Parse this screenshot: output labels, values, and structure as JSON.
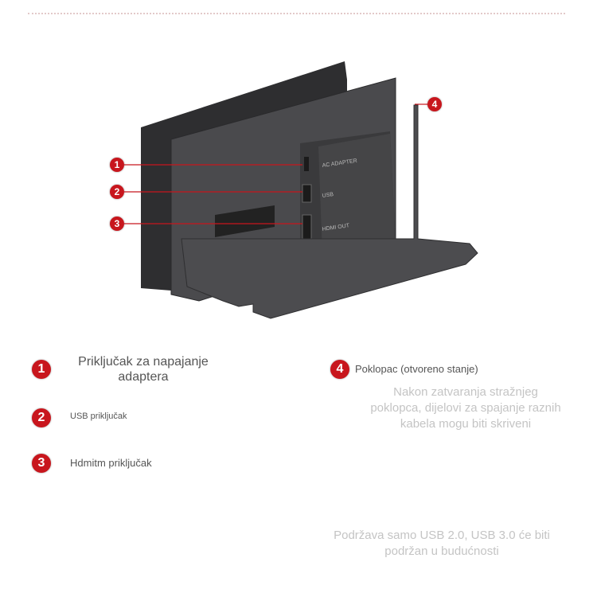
{
  "colors": {
    "accent": "#c8161d",
    "dock": "#3e3e40"
  },
  "device_labels": {
    "ac": "AC ADAPTER",
    "usb": "USB",
    "hdmi": "HDMI OUT"
  },
  "callouts": [
    {
      "number": "1",
      "label": "Priključak za napajanje adaptera"
    },
    {
      "number": "2",
      "label": "USB priključak"
    },
    {
      "number": "3",
      "label": "Hdmitm priključak"
    },
    {
      "number": "4",
      "label": "Poklopac (otvoreno stanje)"
    }
  ],
  "notes": {
    "cover": "Nakon zatvaranja stražnjeg poklopca, dijelovi za spajanje raznih kabela mogu biti skriveni",
    "usb": "Podržava samo USB 2.0, USB 3.0 će biti podržan u budućnosti"
  }
}
